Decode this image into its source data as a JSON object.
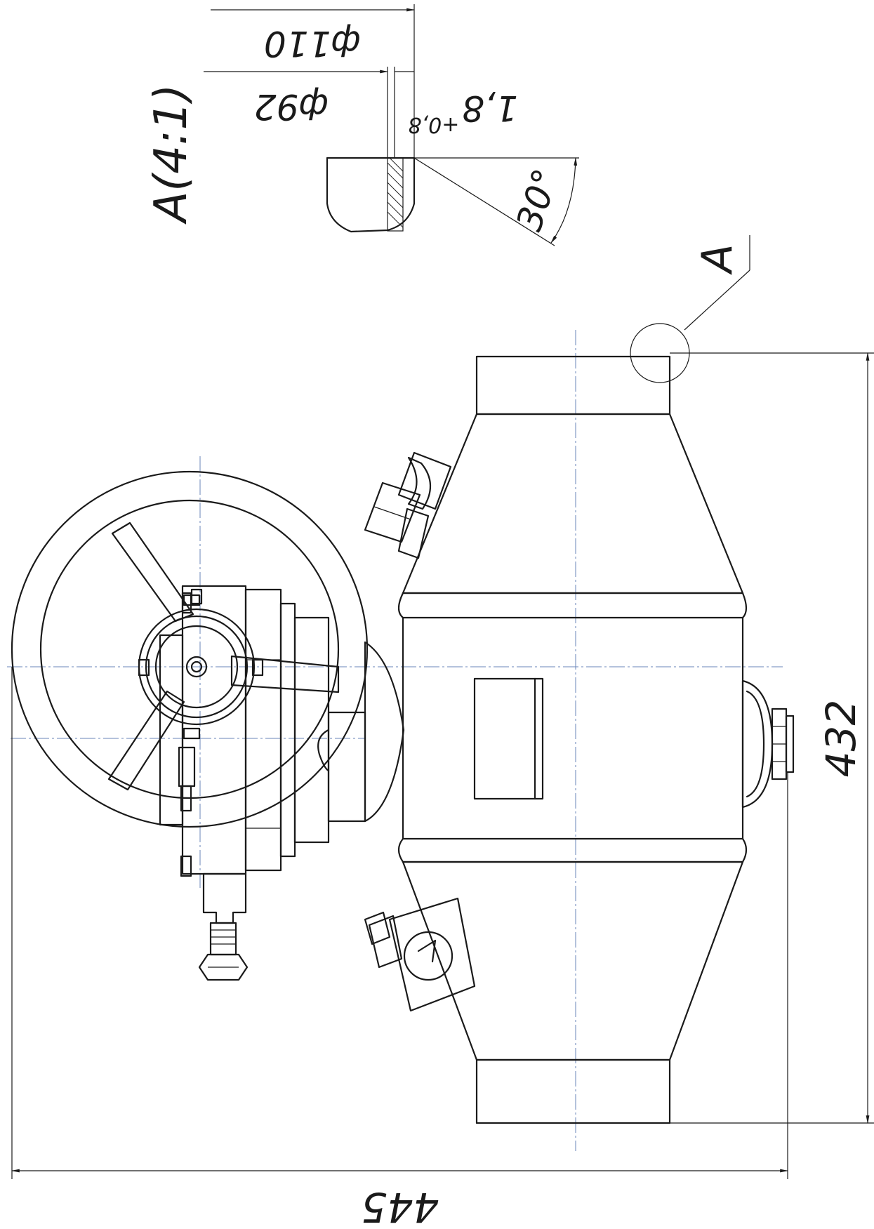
{
  "detail_view": {
    "title": "A(4:1)",
    "dims": {
      "d_outer": "ф110",
      "d_inner": "ф92",
      "wall_thickness": "1,8",
      "wall_tolerance": "+0,8",
      "bevel_angle": "30°"
    }
  },
  "main_view": {
    "detail_callout": "A",
    "dims": {
      "overall_length": "432",
      "overall_height": "445"
    }
  },
  "colors": {
    "line": "#1a1a1a",
    "center_line": "#6a86b8",
    "paper": "#ffffff"
  }
}
